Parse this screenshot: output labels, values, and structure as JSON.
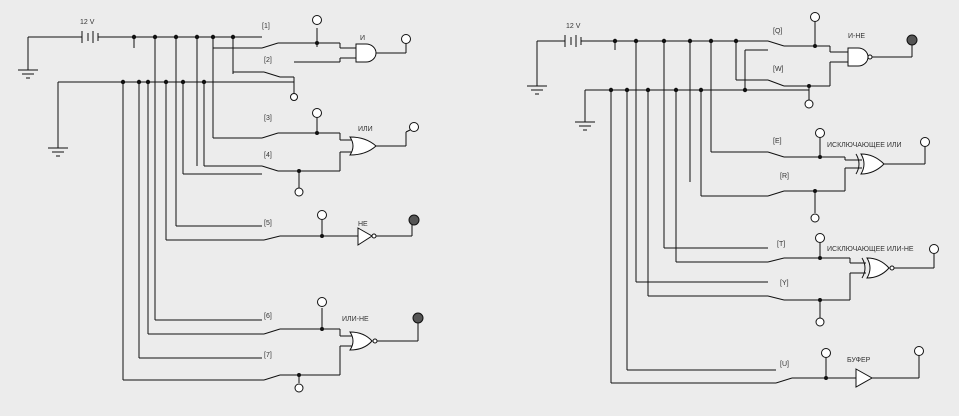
{
  "circuit_left": {
    "battery_label": "12 V",
    "switch_labels": [
      "[1]",
      "[2]",
      "[3]",
      "[4]",
      "[5]",
      "[6]",
      "[7]"
    ],
    "gates": {
      "and": "И",
      "or": "ИЛИ",
      "not": "НЕ",
      "nor": "ИЛИ-НЕ"
    }
  },
  "circuit_right": {
    "battery_label": "12 V",
    "switch_labels": [
      "[Q]",
      "[W]",
      "[E]",
      "[R]",
      "[T]",
      "[Y]",
      "[U]"
    ],
    "gates": {
      "nand": "И-НЕ",
      "xor": "ИСКЛЮЧАЮЩЕЕ ИЛИ",
      "xnor": "ИСКЛЮЧАЮЩЕЕ ИЛИ-НЕ",
      "buffer": "БУФЕР"
    }
  },
  "led_states": {
    "and": "off",
    "or": "off",
    "not": "on",
    "nor": "on",
    "nand": "on",
    "xor": "off",
    "xnor": "off",
    "buffer": "off"
  },
  "colors": {
    "background": "#ececec",
    "wire": "#111111",
    "led_on": "#555555",
    "led_off": "#ffffff"
  }
}
